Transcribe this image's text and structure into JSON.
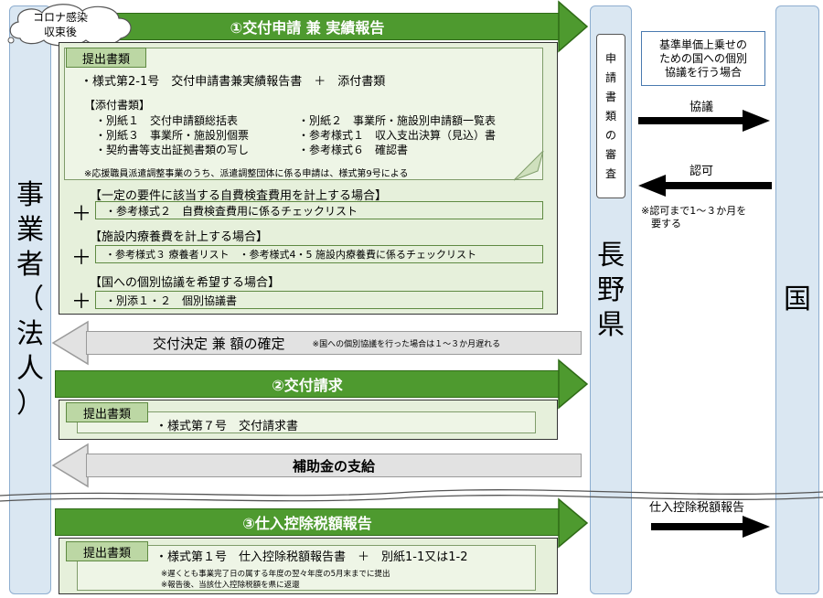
{
  "cloud": {
    "line1": "コロナ感染",
    "line2": "収束後"
  },
  "left_pillar": {
    "label_chars": [
      "事",
      "業",
      "者",
      "（",
      "法",
      "人",
      "）"
    ]
  },
  "nagano_pillar": {
    "label_chars": [
      "長",
      "野",
      "県"
    ]
  },
  "review_box": {
    "chars": [
      "申",
      "請",
      "書",
      "類",
      "の",
      "審",
      "査"
    ]
  },
  "national_pillar": {
    "label": "国"
  },
  "arrow1": {
    "label": "①交付申請 兼 実績報告"
  },
  "section1": {
    "tag": "提出書類",
    "main_line": "・様式第2-1号　交付申請書兼実績報告書　＋　添付書類",
    "attach_header": "【添付書類】",
    "attach_left": [
      "・別紙１　交付申請額総括表",
      "・別紙３　事業所・施設別個票",
      "・契約書等支出証拠書類の写し"
    ],
    "attach_right": [
      "・別紙２　事業所・施設別申請額一覧表",
      "・参考様式１　収入支出決算（見込）書",
      "・参考様式６　確認書"
    ],
    "note": "※応援職員派遣調整事業のうち、派遣調整団体に係る申請は、様式第9号による",
    "cond1_header": "【一定の要件に該当する自費検査費用を計上する場合】",
    "cond1_item": "・参考様式２　自費検査費用に係るチェックリスト",
    "cond2_header": "【施設内療養費を計上する場合】",
    "cond2_item": "・参考様式３ 療養者リスト　・参考様式4・5 施設内療養費に係るチェックリスト",
    "cond3_header": "【国への個別協議を希望する場合】",
    "cond3_item": "・別添１・２　個別協議書",
    "plus": "＋"
  },
  "decision_arrow": {
    "label": "交付決定 兼 額の確定",
    "note": "※国への個別協議を行った場合は１～３か月遅れる"
  },
  "arrow2": {
    "label": "②交付請求"
  },
  "section2": {
    "tag": "提出書類",
    "item": "・様式第７号　交付請求書"
  },
  "payment_arrow": {
    "label": "補助金の支給"
  },
  "arrow3": {
    "label": "③仕入控除税額報告"
  },
  "section3": {
    "tag": "提出書類",
    "item": "・様式第１号　仕入控除税額報告書　＋　別紙1-1又は1-2",
    "note1": "※遅くとも事業完了日の属する年度の翌々年度の5月末までに提出",
    "note2": "※報告後、当該仕入控除税額を県に返還"
  },
  "right_panel": {
    "box_lines": [
      "基準単価上乗せの",
      "ための国への個別",
      "協議を行う場合"
    ],
    "consult_label": "協議",
    "approval_label": "認可",
    "approval_note1": "※認可まで1～３か月を",
    "approval_note2": "要する",
    "tax_report_label": "仕入控除税額報告"
  },
  "colors": {
    "green": "#4e9a2f",
    "light_green": "#e6f0db",
    "blue_pillar": "#dae7f2",
    "gray": "#e2e2e2"
  }
}
